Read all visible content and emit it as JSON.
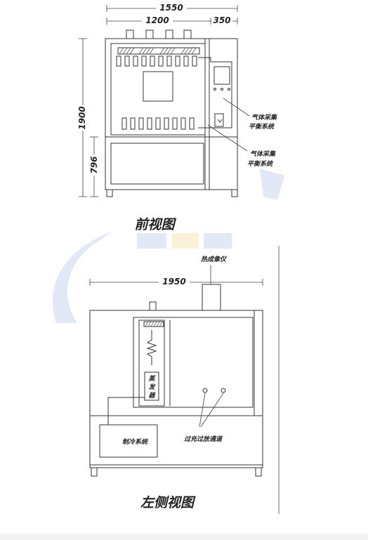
{
  "front_view": {
    "caption": "前视图",
    "dim_width_total": "1550",
    "dim_width_main": "1200",
    "dim_width_side": "350",
    "dim_height_total": "1900",
    "dim_height_lower": "796",
    "label_gas_1": [
      "气体采集",
      "平衡系统"
    ],
    "label_gas_2": [
      "气体采集",
      "平衡系统"
    ]
  },
  "side_view": {
    "caption": "左侧视图",
    "dim_depth": "1950",
    "label_thermal": "热成像仪",
    "label_steam": [
      "蒸",
      "发",
      "器"
    ],
    "label_cooling": "制冷系统",
    "label_vent": "过充过放通道"
  },
  "colors": {
    "line": "#333333",
    "watermark_blue": "#dfe6f4",
    "watermark_yellow": "#fbefd4"
  }
}
